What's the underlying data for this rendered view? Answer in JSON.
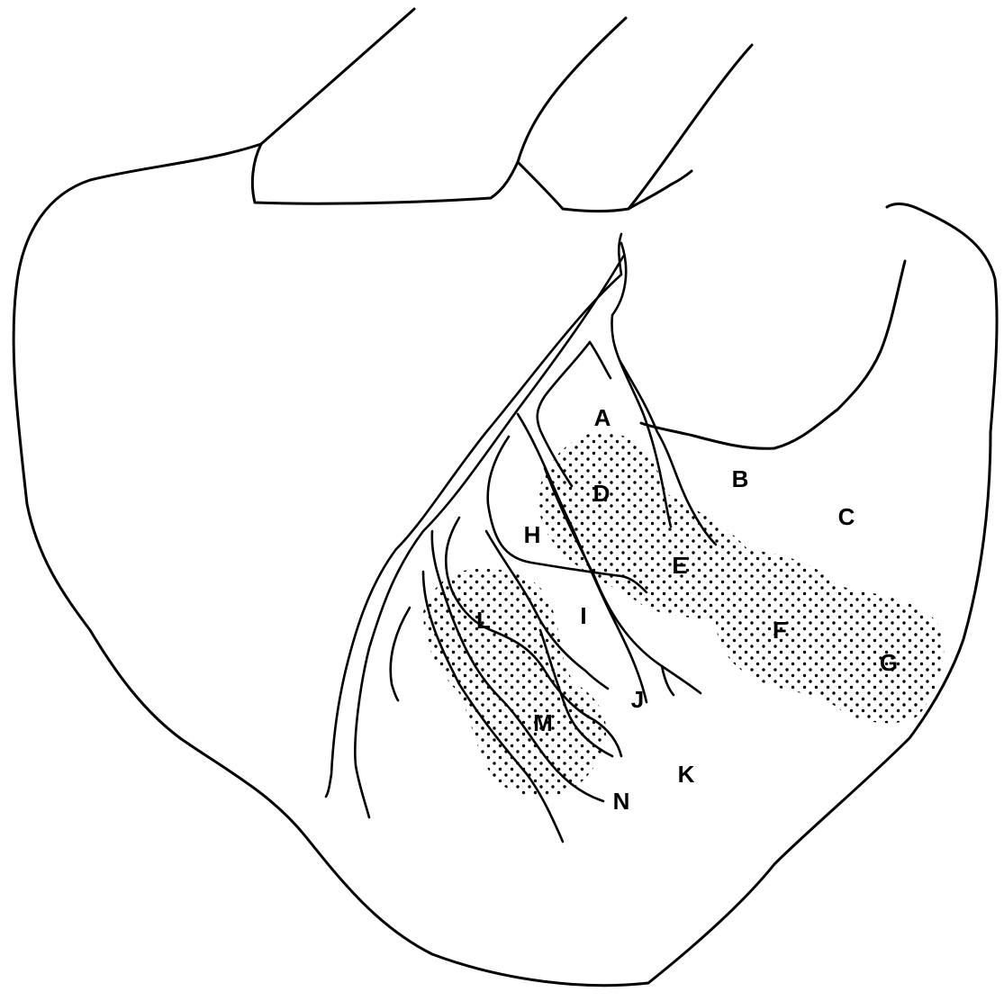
{
  "labels": {
    "A": "A",
    "B": "B",
    "C": "C",
    "D": "D",
    "E": "E",
    "F": "F",
    "G": "G",
    "H": "H",
    "I": "I",
    "J": "J",
    "K": "K",
    "L": "L",
    "M": "M",
    "N": "N"
  }
}
